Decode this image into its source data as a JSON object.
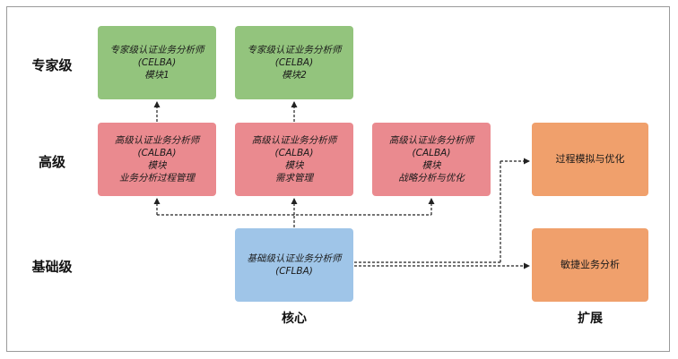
{
  "levels": {
    "expert": "专家级",
    "advanced": "高级",
    "foundation": "基础级"
  },
  "expert_modules": [
    {
      "line1": "专家级认证业务分析师",
      "line2": "(CELBA)",
      "line3": "模块1"
    },
    {
      "line1": "专家级认证业务分析师",
      "line2": "(CELBA)",
      "line3": "模块2"
    }
  ],
  "advanced_modules": [
    {
      "line1": "高级认证业务分析师",
      "line2": "(CALBA)",
      "line3": "模块",
      "line4": "业务分析过程管理"
    },
    {
      "line1": "高级认证业务分析师",
      "line2": "(CALBA)",
      "line3": "模块",
      "line4": "需求管理"
    },
    {
      "line1": "高级认证业务分析师",
      "line2": "(CALBA)",
      "line3": "模块",
      "line4": "战略分析与优化"
    }
  ],
  "foundation_module": {
    "line1": "基础级认证业务分析师",
    "line2": "(CFLBA)"
  },
  "extension_modules": [
    {
      "label": "过程模拟与优化"
    },
    {
      "label": "敏捷业务分析"
    }
  ],
  "columns": {
    "core": "核心",
    "extension": "扩展"
  },
  "colors": {
    "expert": "#93c47d",
    "advanced": "#ea8a8f",
    "foundation": "#9fc5e8",
    "extension": "#f0a06c"
  }
}
